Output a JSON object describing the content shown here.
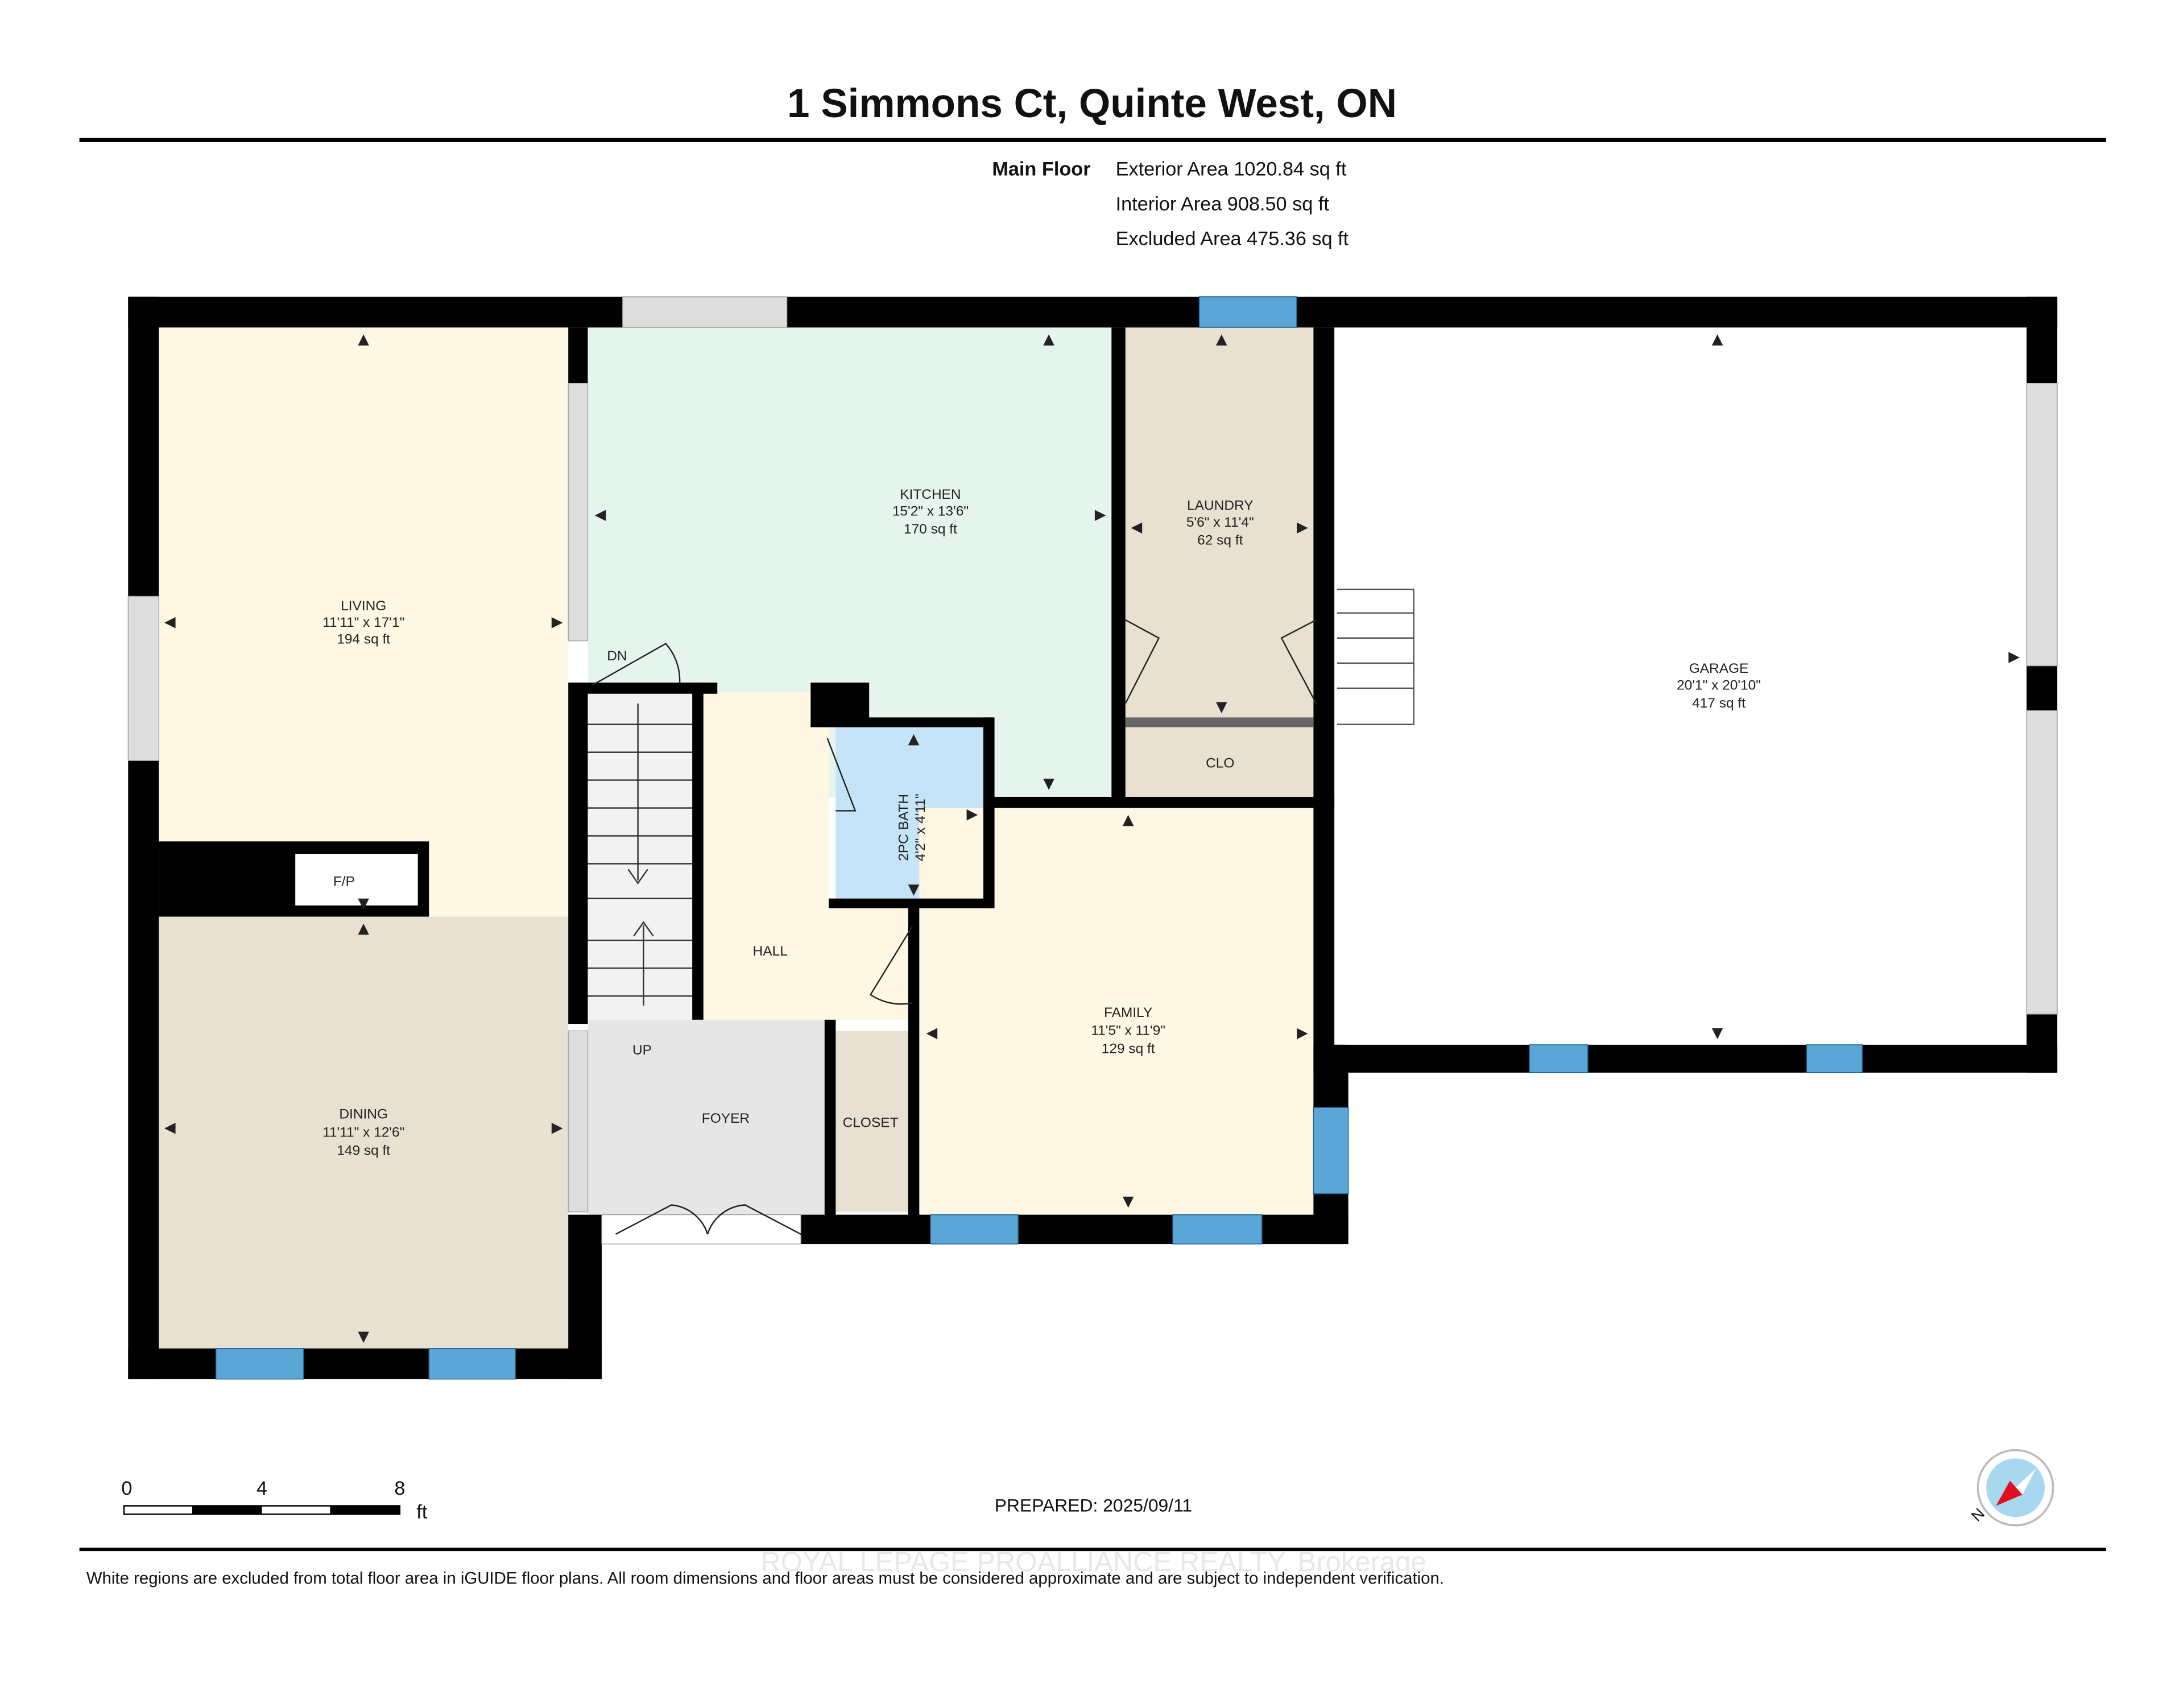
{
  "header": {
    "title": "1 Simmons Ct, Quinte West, ON",
    "floor_name": "Main Floor",
    "exterior_area": "Exterior Area 1020.84 sq ft",
    "interior_area": "Interior Area 908.50 sq ft",
    "excluded_area": "Excluded Area 475.36 sq ft"
  },
  "rooms": {
    "living": {
      "name": "LIVING",
      "dims": "11'11\" x 17'1\"",
      "area": "194 sq ft"
    },
    "kitchen": {
      "name": "KITCHEN",
      "dims": "15'2\" x 13'6\"",
      "area": "170 sq ft"
    },
    "laundry": {
      "name": "LAUNDRY",
      "dims": "5'6\" x 11'4\"",
      "area": "62 sq ft"
    },
    "garage": {
      "name": "GARAGE",
      "dims": "20'1\" x 20'10\"",
      "area": "417 sq ft"
    },
    "bath": {
      "name": "2PC BATH",
      "dims": "4'2\" x 4'11\""
    },
    "family": {
      "name": "FAMILY",
      "dims": "11'5\" x 11'9\"",
      "area": "129 sq ft"
    },
    "dining": {
      "name": "DINING",
      "dims": "11'11\" x 12'6\"",
      "area": "149 sq ft"
    },
    "hall": {
      "name": "HALL"
    },
    "foyer": {
      "name": "FOYER"
    },
    "closet": {
      "name": "CLOSET"
    },
    "clo": {
      "name": "CLO"
    },
    "fireplace": {
      "name": "F/P"
    },
    "stairs_down": "DN",
    "stairs_up": "UP"
  },
  "scale_bar": {
    "ticks": [
      "0",
      "4",
      "8"
    ],
    "unit": "ft"
  },
  "prepared": "PREPARED: 2025/09/11",
  "watermark": "ROYAL LEPAGE PROALLIANCE REALTY, Brokerage",
  "disclaimer": "White regions are excluded from total floor area in iGUIDE floor plans. All room dimensions and floor areas must be considered approximate and are subject to independent verification.",
  "colors": {
    "wall": "#000000",
    "window": "#5aa6d6",
    "living": "#fdf7e4",
    "dining": "#e8e0d0",
    "kitchen": "#e6f4ee",
    "bath": "#c6e4f7",
    "foyer": "#e6e6e6",
    "compass_needle": "#e01020"
  },
  "icons": {
    "compass": "compass-north-icon"
  }
}
